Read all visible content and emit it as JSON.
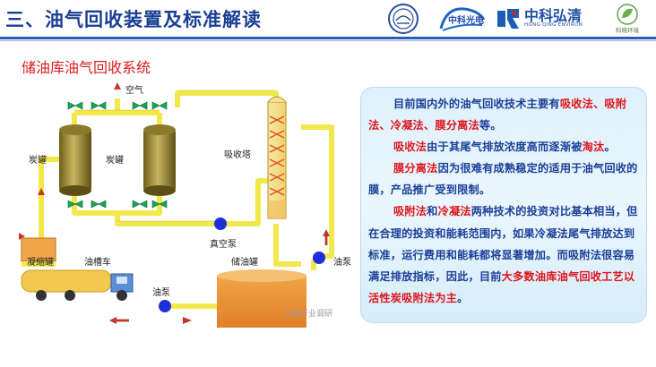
{
  "header": {
    "title": "三、油气回收装置及标准解读",
    "logos": [
      {
        "name": "university-seal-logo"
      },
      {
        "name": "zhongke-guangdian-logo",
        "text": "中科光电"
      },
      {
        "name": "zhongke-hongqing-logo",
        "text": "中科弘清",
        "sub": "HONG QING ENVIRON"
      },
      {
        "name": "keyang-huanjing-logo",
        "text": "科晓环境"
      }
    ],
    "rule_color": "#2a5db0"
  },
  "subtitle": "储油库油气回收系统",
  "diagram": {
    "labels": {
      "air": "空气",
      "tank_left": "炭罐",
      "tank_right": "炭罐",
      "absorber": "吸收塔",
      "vacuum_pump": "真空泵",
      "condensate_tank": "凝缩罐",
      "tanker": "油槽车",
      "storage_tank": "储油罐",
      "oil_pump_right": "油泵",
      "oil_pump_bottom": "油泵"
    },
    "colors": {
      "pipe": "#f2e84a",
      "pipe_edge": "#b9a21a",
      "pump": "#1f2fd6",
      "valve": "#1aa55a",
      "arrow": "#c0392b",
      "tank": "#8b7a2a",
      "storage": "#e5973a"
    }
  },
  "textbox": {
    "p1": [
      "目前国内外的油气回收技术主要有",
      "吸收法、吸附法、冷凝法、膜分离法",
      "等。"
    ],
    "p2": [
      "吸收法",
      "由于其尾气排放浓度高而逐渐被",
      "淘汰",
      "。"
    ],
    "p3": [
      "膜分离法",
      "因为很难有成熟稳定的适用于油气回收的膜，产品推广受到限制。"
    ],
    "p4": [
      "吸附法",
      "和",
      "冷凝法",
      "两种技术的投资对比基本相当，但在合理的投资和能耗范围内，如果冷凝法尾气排放达到标准，运行费用和能耗都将显著增加。而吸附法很容易满足排放指标，因此，目前",
      "大多数油库油气回收工艺以活性炭吸附法为主",
      "。"
    ]
  },
  "watermark": "三盘产业调研"
}
